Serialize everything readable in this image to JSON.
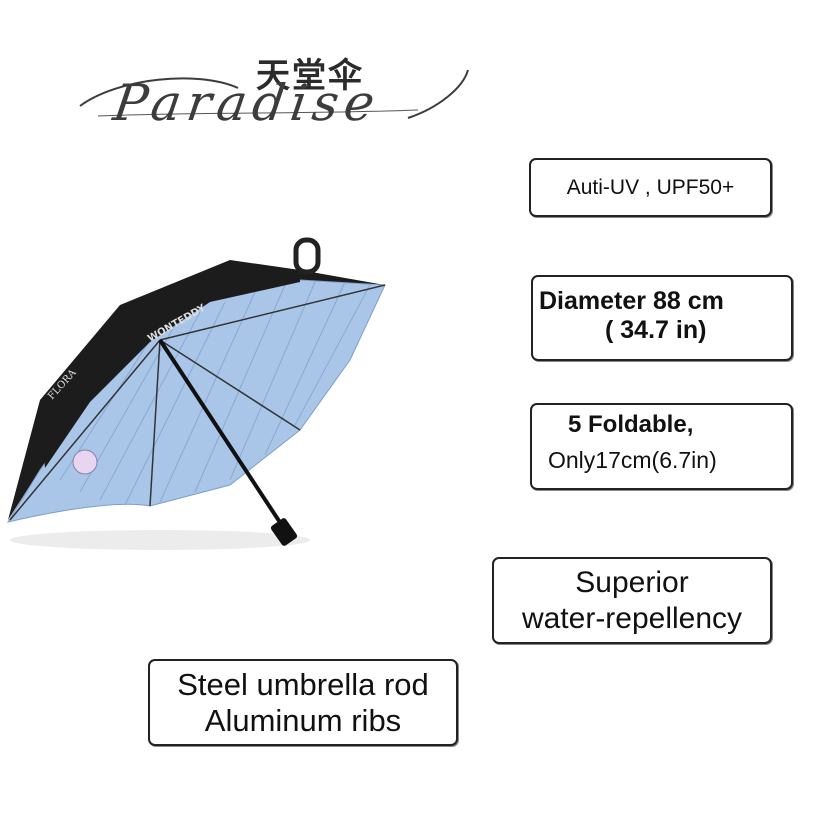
{
  "logo": {
    "chinese": "天堂伞",
    "english": "Paradise"
  },
  "features": {
    "uv": "Auti-UV , UPF50+",
    "diameter_line1": "Diameter 88 cm",
    "diameter_line2": "( 34.7 in)",
    "foldable_line1": "5 Foldable,",
    "foldable_line2": "Only17cm(6.7in)",
    "water_line1": "Superior",
    "water_line2": "water-repellency",
    "steel_line1": "Steel umbrella rod",
    "steel_line2": "Aluminum ribs"
  },
  "umbrella": {
    "print_text_1": "FLORA",
    "print_text_2": "WONTEDDY",
    "canopy_outer_color": "#1c1c1c",
    "canopy_inner_color": "#a9c6e8"
  }
}
